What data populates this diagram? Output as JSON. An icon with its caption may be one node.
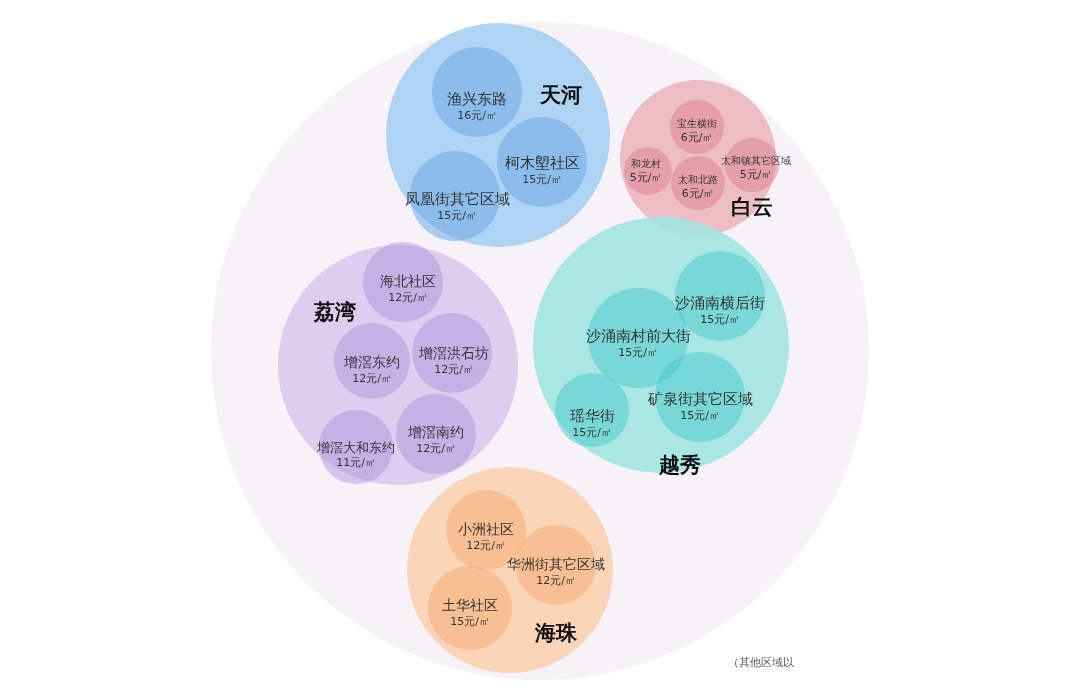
{
  "diagram": {
    "nodes": [
      {
        "text": [],
        "shape": "circle"
      },
      {
        "text": [
          "天河"
        ],
        "in": 0
      },
      {
        "text": [
          "渔兴东路",
          "16元/㎡"
        ],
        "in": 1
      },
      {
        "text": [
          "柯木塱社区",
          "15元/㎡"
        ],
        "in": 1
      },
      {
        "text": [
          "凤凰街其它区域",
          "15元/㎡"
        ],
        "in": 1
      },
      {
        "text": [
          "白云"
        ],
        "in": 0
      },
      {
        "text": [
          "宝生横街",
          "6元/㎡"
        ],
        "in": 5
      },
      {
        "text": [
          "和龙村",
          "5元/㎡"
        ],
        "in": 5
      },
      {
        "text": [
          "太和北路",
          "6元/㎡"
        ],
        "in": 5
      },
      {
        "text": [
          "太和镇其它区域",
          "5元/㎡"
        ],
        "in": 5
      },
      {
        "text": [
          "荔湾"
        ],
        "in": 0
      },
      {
        "text": [
          "海北社区",
          "12元/㎡"
        ],
        "in": 10
      },
      {
        "text": [
          "增滘东约",
          "12元/㎡"
        ],
        "in": 10
      },
      {
        "text": [
          "增滘洪石坊",
          "12元/㎡"
        ],
        "in": 10
      },
      {
        "text": [
          "增滘大和东约",
          "11元/㎡"
        ],
        "in": 10
      },
      {
        "text": [
          "增滘南约",
          "12元/㎡"
        ],
        "in": 10
      },
      {
        "text": [
          "越秀"
        ],
        "in": 0
      },
      {
        "text": [
          "沙涌南横后街",
          "15元/㎡"
        ],
        "in": 16
      },
      {
        "text": [
          "沙涌南村前大街",
          "15元/㎡"
        ],
        "in": 16
      },
      {
        "text": [
          "瑶华街",
          "15元/㎡"
        ],
        "in": 16
      },
      {
        "text": [
          "矿泉街其它区域",
          "15元/㎡"
        ],
        "in": 16
      },
      {
        "text": [
          "海珠"
        ],
        "in": 0
      },
      {
        "text": [
          "小洲社区",
          "12元/㎡"
        ],
        "in": 21
      },
      {
        "text": [
          "华洲街其它区域",
          "12元/㎡"
        ],
        "in": 21
      },
      {
        "text": [
          "土华社区",
          "15元/㎡"
        ],
        "in": 21
      }
    ],
    "labels": [
      "（其他区域以"
    ]
  }
}
